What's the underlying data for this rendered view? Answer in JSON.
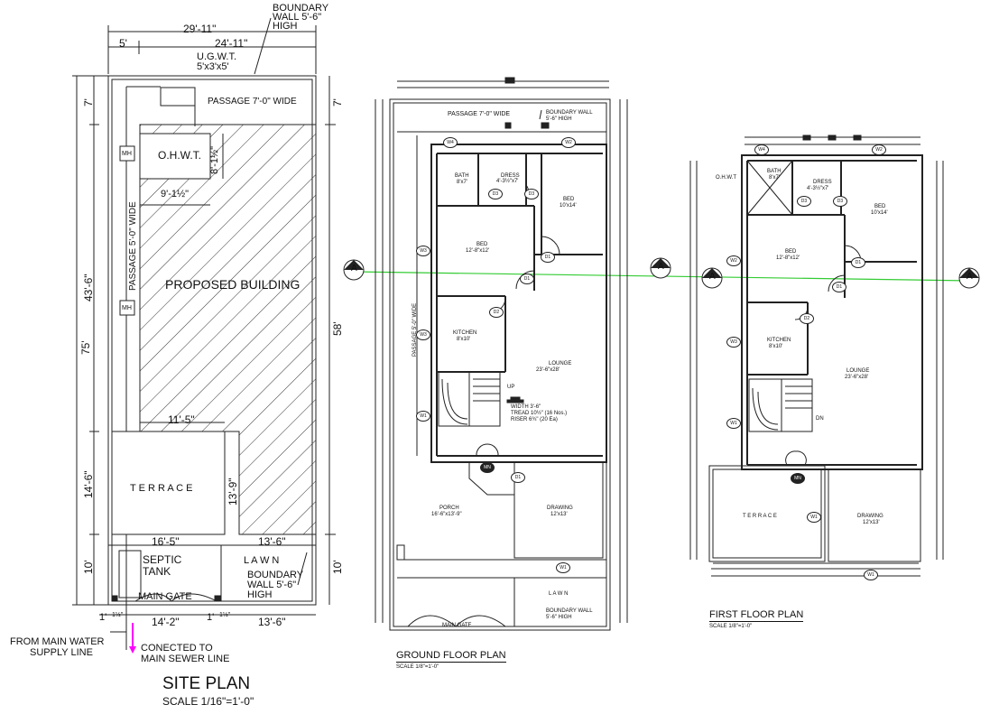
{
  "site": {
    "title": "SITE PLAN",
    "scale": "SCALE 1/16\"=1'-0\"",
    "dims": {
      "top_total": "29'-11\"",
      "top_left": "5'",
      "top_right": "24'-11\"",
      "left_total": "75'",
      "left_top": "7'",
      "left_mid": "43'-6\"",
      "left_low": "14'-6\"",
      "left_bottom": "10'",
      "right_top": "7'",
      "right_mid": "58'",
      "right_bottom": "10'",
      "ohwt_h": "8'-1½\"",
      "ohwt_w": "9'-1½\"",
      "terrace_w": "11'-5\"",
      "terrace_h": "13'-9\"",
      "bottom_left": "16'-5\"",
      "bottom_right": "13'-6\"",
      "base_a": "1'",
      "base_b": "1½\"",
      "base_c": "14'-2\"",
      "base_d": "1'",
      "base_e": "1½\"",
      "base_f": "13'-6\""
    },
    "labels": {
      "boundary_top": [
        "BOUNDARY",
        "WALL  5'-6\"",
        "HIGH"
      ],
      "ugwt": "U.G.W.T.",
      "ugwt_size": "5'x3'x5'",
      "passage_top": "PASSAGE 7'-0\" WIDE",
      "ohwt": "O.H.W.T.",
      "mh1": "MH",
      "mh2": "MH",
      "passage_side": "PASSAGE 5'-0\" WIDE",
      "proposed": "PROPOSED BUILDING",
      "terrace": "T E R R A C E",
      "septic1": "SEPTIC",
      "septic2": "TANK",
      "lawn": "L A W N",
      "boundary_bottom": [
        "BOUNDARY",
        "WALL  5'-6\"",
        "HIGH"
      ],
      "main_gate": "MAIN GATE",
      "water": [
        "FROM MAIN WATER",
        "SUPPLY LINE"
      ],
      "sewer": [
        "CONECTED  TO",
        "MAIN SEWER LINE"
      ]
    }
  },
  "ground": {
    "title": "GROUND FLOOR PLAN",
    "scale": "SCALE 1/8\"=1'-0\"",
    "section": "A",
    "passage_top": "PASSAGE 7'-0\" WIDE",
    "boundary": [
      "BOUNDARY WALL",
      "5'-6\" HIGH"
    ],
    "passage_side": "PASSAGE 5'-0\" WIDE",
    "rooms": {
      "bath": [
        "BATH",
        "8'x7'"
      ],
      "dress": [
        "DRESS",
        "4'-3½\"x7'"
      ],
      "bed1": [
        "BED",
        "10'x14'"
      ],
      "bed2": [
        "BED",
        "12'-8\"x12'"
      ],
      "kitchen": [
        "KITCHEN",
        "8'x10'"
      ],
      "lounge": [
        "LOUNGE",
        "23'-6\"x28'"
      ],
      "porch": [
        "PORCH",
        "16'-6\"x13'-9\""
      ],
      "drawing": [
        "DRAWING",
        "12'x13'"
      ],
      "lawn": "L A W N",
      "main_gate": "MAIN GATE"
    },
    "stair": [
      "WIDTH  3'-6\"",
      "TREAD 10½\" (16 Nos.)",
      "RISER 6¾\" (20 Ea)"
    ],
    "up": "UP",
    "boundary_bottom": [
      "BOUNDARY WALL",
      "5'-6\" HIGH"
    ],
    "tags": {
      "w4": "W4",
      "w2": "W2",
      "w3": "W3",
      "w1": "W1",
      "d3a": "D3",
      "d3b": "D3",
      "d1a": "D1",
      "d1b": "D1",
      "d2": "D2",
      "d1c": "D1",
      "mn": "MN",
      "w1b": "W1"
    }
  },
  "first": {
    "title": "FIRST FLOOR PLAN",
    "scale": "SCALE 1/8\"=1'-0\"",
    "section": "A",
    "ohwt": "O.H.W.T",
    "rooms": {
      "bath": [
        "BATH",
        "8'x7'"
      ],
      "dress": [
        "DRESS",
        "4'-3½\"x7'"
      ],
      "bed1": [
        "BED",
        "10'x14'"
      ],
      "bed2": [
        "BED",
        "12'-8\"x12'"
      ],
      "kitchen": [
        "KITCHEN",
        "8'x10'"
      ],
      "lounge": [
        "LOUNGE",
        "23'-6\"x28'"
      ],
      "terrace": "T E R R A C E",
      "drawing": [
        "DRAWING",
        "12'x13'"
      ]
    },
    "dn": "DN",
    "tags": {
      "w4": "W4",
      "w2": "W2",
      "w3": "W3",
      "w1": "W1",
      "d3a": "D3",
      "d3b": "D3",
      "d1a": "D1",
      "d1b": "D1",
      "d2": "D2",
      "mn": "MN",
      "w1b": "W1",
      "w1c": "W1"
    }
  },
  "colors": {
    "line": "#222222",
    "section_line": "#33cc33",
    "arrow": "#ff00ff"
  }
}
